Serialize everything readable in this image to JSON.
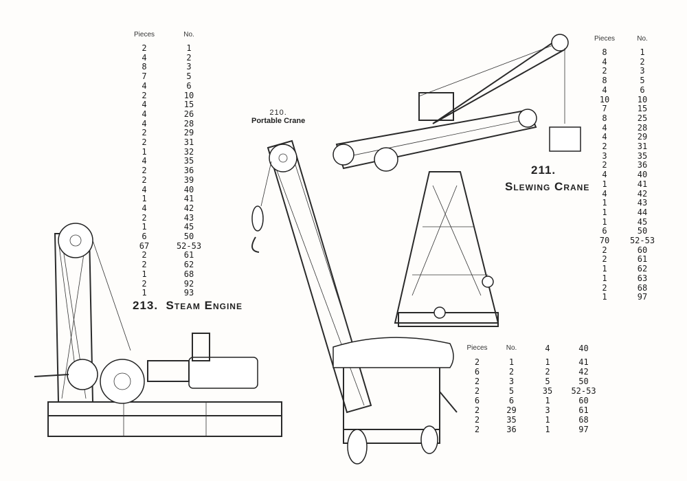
{
  "models": {
    "steam_engine": {
      "number": "213.",
      "name": "Steam Engine"
    },
    "portable_crane": {
      "number": "210.",
      "name": "Portable Crane"
    },
    "slewing_crane": {
      "number": "211.",
      "name": "Slewing Crane"
    }
  },
  "steam_engine_parts": {
    "headers": [
      "Pieces",
      "No."
    ],
    "rows": [
      [
        "2",
        "1"
      ],
      [
        "4",
        "2"
      ],
      [
        "8",
        "3"
      ],
      [
        "7",
        "5"
      ],
      [
        "4",
        "6"
      ],
      [
        "2",
        "10"
      ],
      [
        "4",
        "15"
      ],
      [
        "4",
        "26"
      ],
      [
        "4",
        "28"
      ],
      [
        "2",
        "29"
      ],
      [
        "2",
        "31"
      ],
      [
        "1",
        "32"
      ],
      [
        "4",
        "35"
      ],
      [
        "2",
        "36"
      ],
      [
        "2",
        "39"
      ],
      [
        "4",
        "40"
      ],
      [
        "1",
        "41"
      ],
      [
        "4",
        "42"
      ],
      [
        "2",
        "43"
      ],
      [
        "1",
        "45"
      ],
      [
        "6",
        "50"
      ],
      [
        "67",
        "52-53"
      ],
      [
        "2",
        "61"
      ],
      [
        "2",
        "62"
      ],
      [
        "1",
        "68"
      ],
      [
        "2",
        "92"
      ],
      [
        "1",
        "93"
      ]
    ]
  },
  "slewing_crane_parts": {
    "headers": [
      "Pieces",
      "No."
    ],
    "rows": [
      [
        "8",
        "1"
      ],
      [
        "4",
        "2"
      ],
      [
        "2",
        "3"
      ],
      [
        "8",
        "5"
      ],
      [
        "4",
        "6"
      ],
      [
        "10",
        "10"
      ],
      [
        "7",
        "15"
      ],
      [
        "8",
        "25"
      ],
      [
        "4",
        "28"
      ],
      [
        "4",
        "29"
      ],
      [
        "2",
        "31"
      ],
      [
        "3",
        "35"
      ],
      [
        "2",
        "36"
      ],
      [
        "4",
        "40"
      ],
      [
        "1",
        "41"
      ],
      [
        "4",
        "42"
      ],
      [
        "1",
        "43"
      ],
      [
        "1",
        "44"
      ],
      [
        "1",
        "45"
      ],
      [
        "6",
        "50"
      ],
      [
        "70",
        "52-53"
      ],
      [
        "2",
        "60"
      ],
      [
        "2",
        "61"
      ],
      [
        "1",
        "62"
      ],
      [
        "1",
        "63"
      ],
      [
        "2",
        "68"
      ],
      [
        "1",
        "97"
      ]
    ]
  },
  "portable_crane_parts": {
    "headers": [
      "Pieces",
      "No."
    ],
    "rows": [
      [
        "2",
        "1",
        "1",
        "41"
      ],
      [
        "6",
        "2",
        "2",
        "42"
      ],
      [
        "2",
        "3",
        "5",
        "50"
      ],
      [
        "2",
        "5",
        "35",
        "52-53"
      ],
      [
        "6",
        "6",
        "1",
        "60"
      ],
      [
        "2",
        "29",
        "3",
        "61"
      ],
      [
        "2",
        "35",
        "1",
        "68"
      ],
      [
        "2",
        "36",
        "1",
        "97"
      ]
    ],
    "header_extra": [
      "4",
      "40"
    ]
  }
}
